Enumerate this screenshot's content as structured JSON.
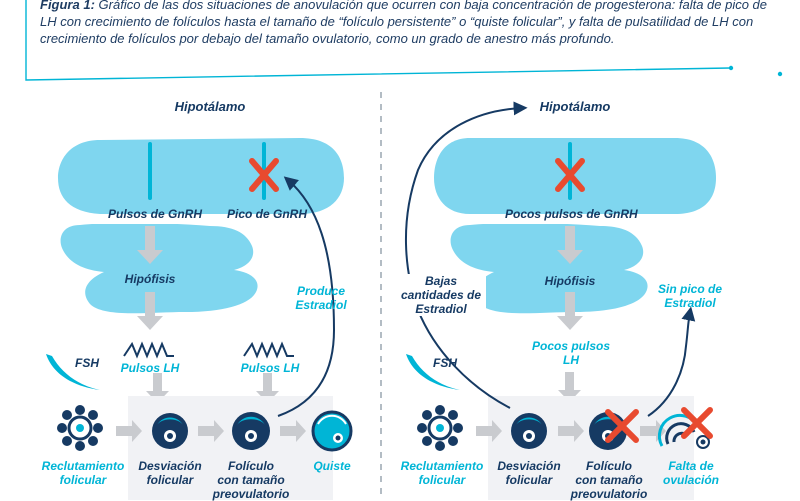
{
  "caption": {
    "label": "Figura 1:",
    "text": "Gráfico de las dos situaciones de anovulación que ocurren con baja concentración de progesterona: falta de pico de LH con crecimiento de folículos hasta el tamaño de “folículo persistente” o “quiste folicular”, y falta de pulsatilidad de LH con crecimiento de folículos por debajo del tamaño ovulatorio, como un grado de anestro más profundo."
  },
  "left": {
    "title": "Hipotálamo",
    "pulsos_gnrh": "Pulsos de GnRH",
    "pico_gnrh": "Pico de GnRH",
    "hipofisis": "Hipófisis",
    "produce_estradiol": [
      "Produce",
      "Estradiol"
    ],
    "fsh": "FSH",
    "pulsos_lh_1": "Pulsos LH",
    "pulsos_lh_2": "Pulsos LH",
    "reclutamiento": [
      "Reclutamiento",
      "folicular"
    ],
    "desviacion": [
      "Desviación",
      "folicular"
    ],
    "foliculo": [
      "Folículo",
      "con tamaño",
      "preovulatorio"
    ],
    "quiste": "Quiste"
  },
  "right": {
    "title": "Hipotálamo",
    "pocos_pulsos_gnrh": "Pocos pulsos de GnRH",
    "hipofisis": "Hipófisis",
    "bajas_estradiol": [
      "Bajas",
      "cantidades de",
      "Estradiol"
    ],
    "sin_pico": [
      "Sin pico de",
      "Estradiol"
    ],
    "pocos_pulsos_lh": [
      "Pocos pulsos",
      "LH"
    ],
    "fsh": "FSH",
    "reclutamiento": [
      "Reclutamiento",
      "folicular"
    ],
    "desviacion": [
      "Desviación",
      "folicular"
    ],
    "foliculo": [
      "Folículo",
      "con tamaño",
      "preovulatorio"
    ],
    "falta_ovulacion": [
      "Falta de",
      "ovulación"
    ]
  },
  "colors": {
    "dark_blue": "#163a63",
    "cyan": "#00b5d6",
    "cloud": "#7fd6ef",
    "panel": "#f1f2f5",
    "arrow_gray": "#c9cbcf",
    "red_x": "#e84a2f"
  },
  "icons": [
    "pulse-line-icon",
    "x-mark-icon",
    "fsh-swoosh-icon",
    "zigzag-pulse-icon",
    "follicle-cluster-icon",
    "follicle-icon",
    "cyst-icon"
  ]
}
